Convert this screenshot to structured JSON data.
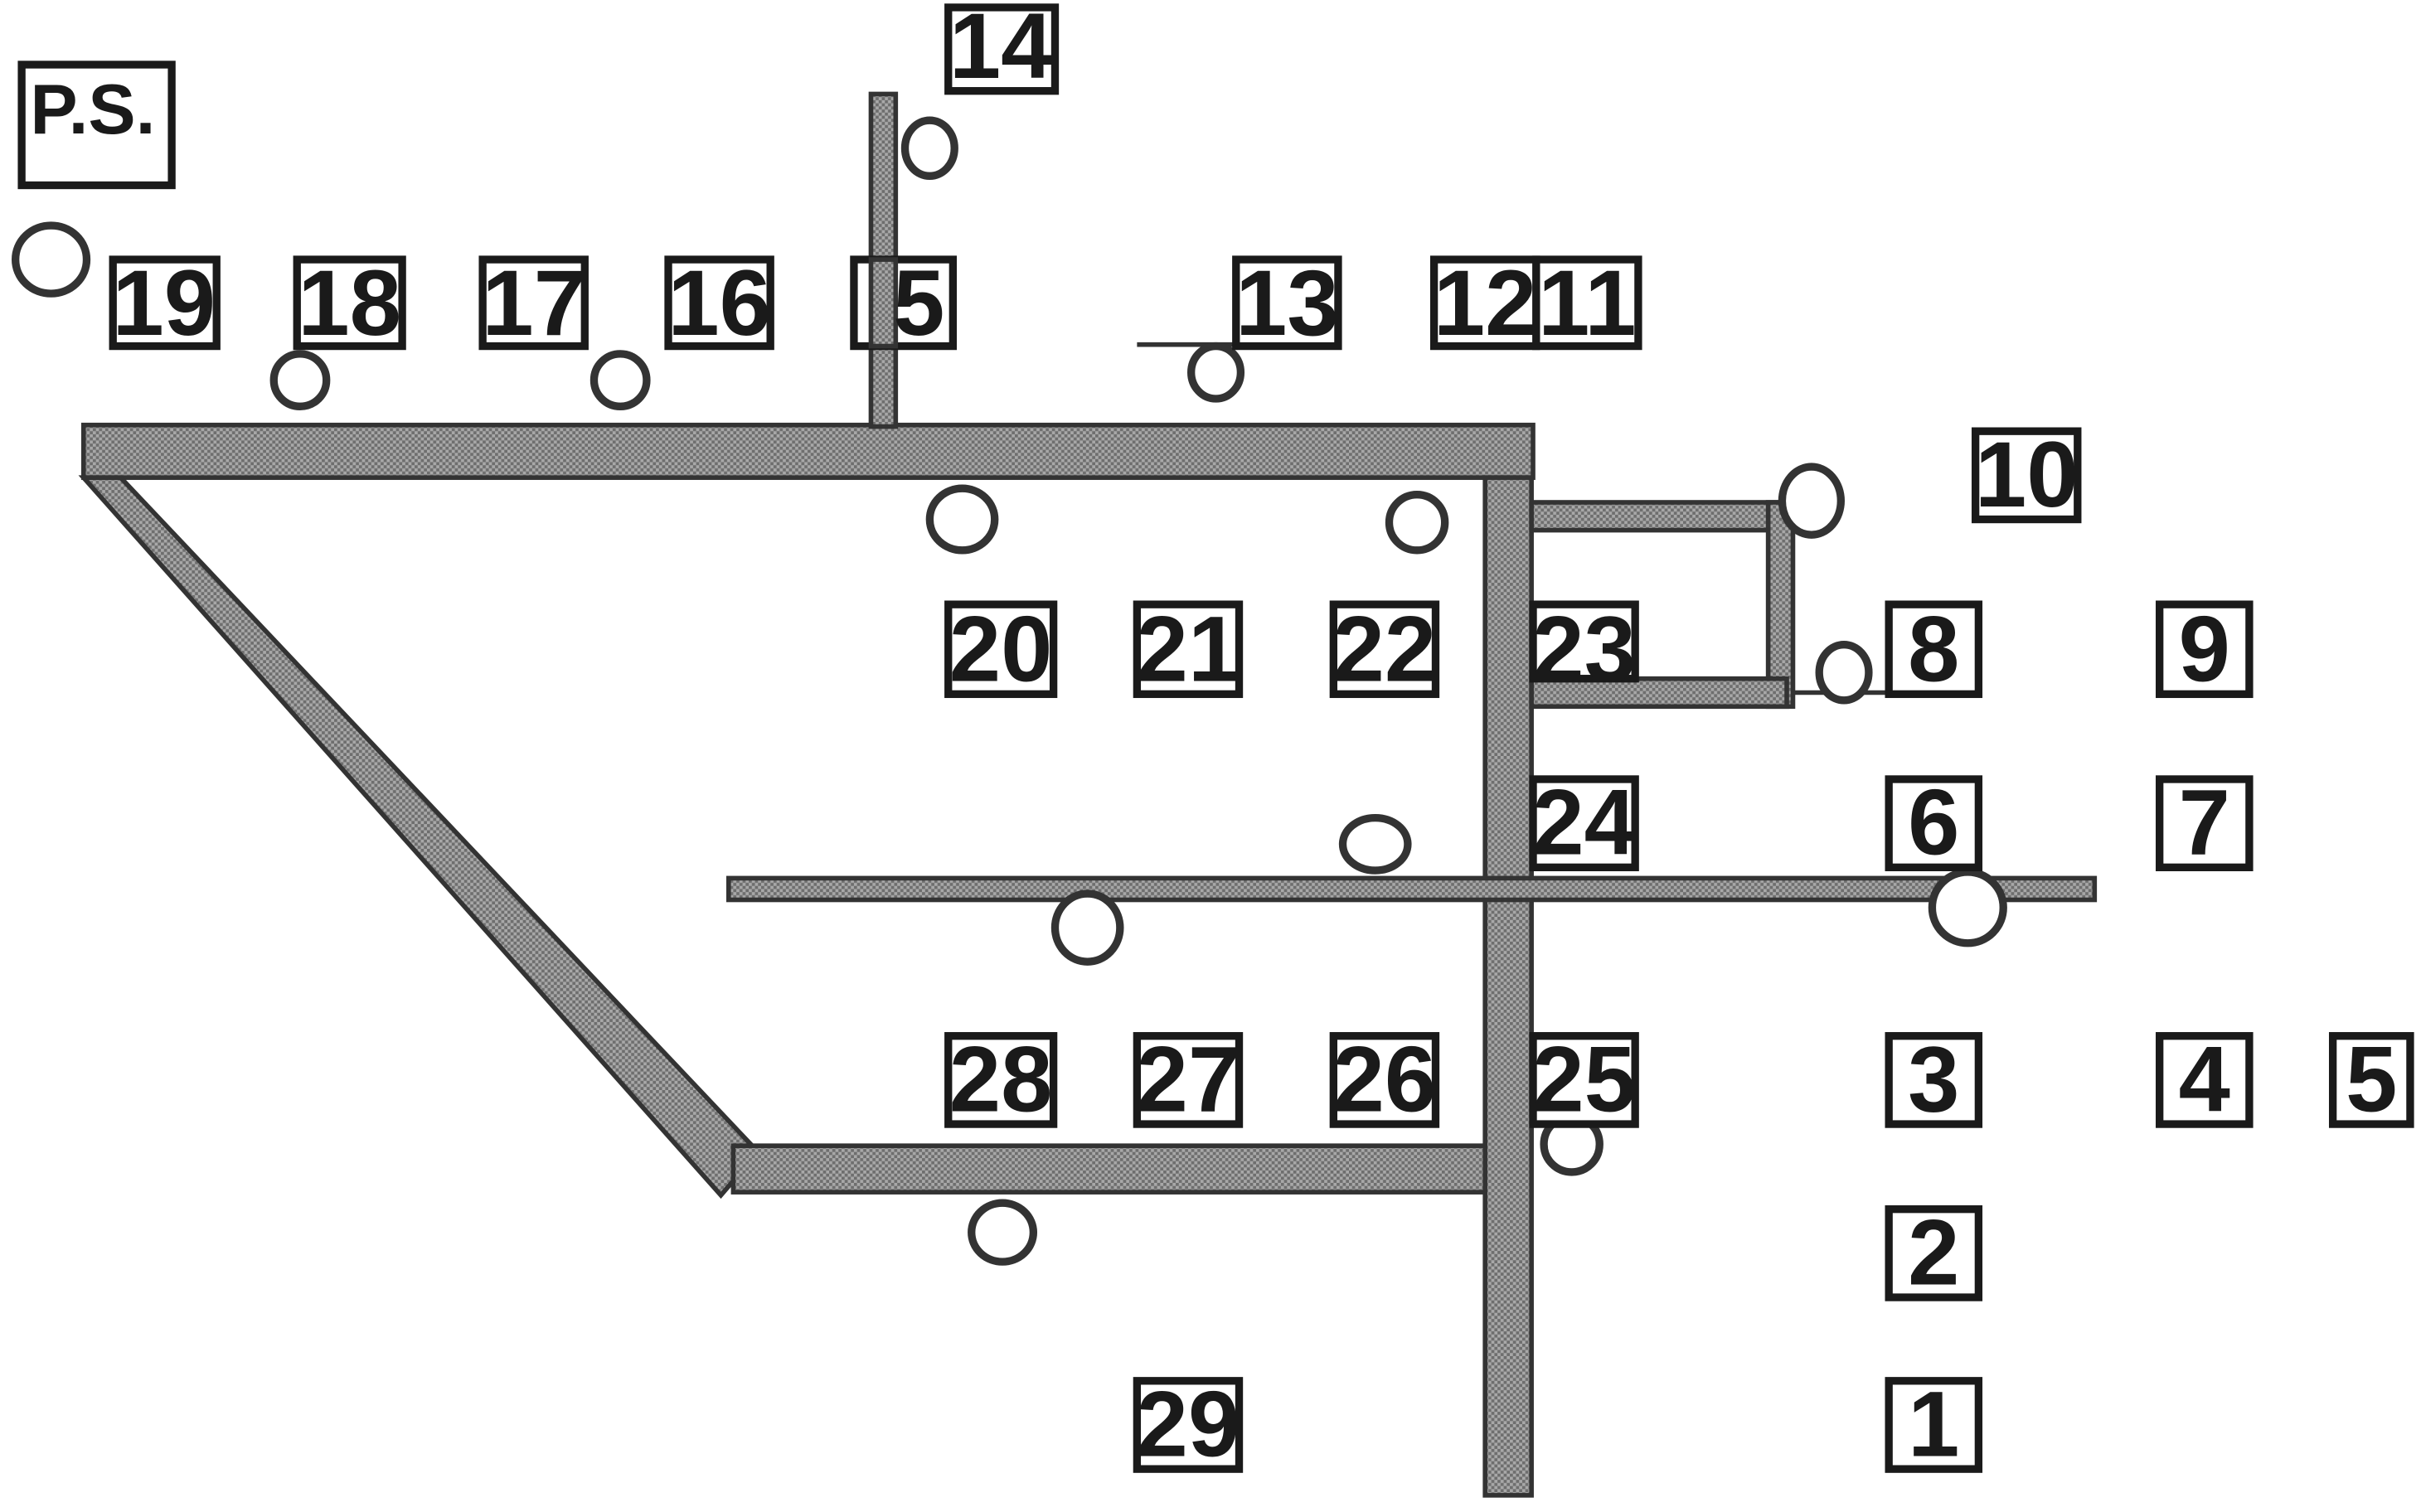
{
  "station": {
    "label": "P.S."
  },
  "units": [
    {
      "id": "u1",
      "label": "1"
    },
    {
      "id": "u2",
      "label": "2"
    },
    {
      "id": "u3",
      "label": "3"
    },
    {
      "id": "u4",
      "label": "4"
    },
    {
      "id": "u5",
      "label": "5"
    },
    {
      "id": "u6",
      "label": "6"
    },
    {
      "id": "u7",
      "label": "7"
    },
    {
      "id": "u8",
      "label": "8"
    },
    {
      "id": "u9",
      "label": "9"
    },
    {
      "id": "u10",
      "label": "10"
    },
    {
      "id": "u11",
      "label": "11"
    },
    {
      "id": "u12",
      "label": "12"
    },
    {
      "id": "u13",
      "label": "13"
    },
    {
      "id": "u14",
      "label": "14"
    },
    {
      "id": "u15",
      "label": "5"
    },
    {
      "id": "u16",
      "label": "16"
    },
    {
      "id": "u17",
      "label": "17"
    },
    {
      "id": "u18",
      "label": "18"
    },
    {
      "id": "u19",
      "label": "19"
    },
    {
      "id": "u20",
      "label": "20"
    },
    {
      "id": "u21",
      "label": "21"
    },
    {
      "id": "u22",
      "label": "22"
    },
    {
      "id": "u23",
      "label": "23"
    },
    {
      "id": "u24",
      "label": "24"
    },
    {
      "id": "u25",
      "label": "25"
    },
    {
      "id": "u26",
      "label": "26"
    },
    {
      "id": "u27",
      "label": "27"
    },
    {
      "id": "u28",
      "label": "28"
    },
    {
      "id": "u29",
      "label": "29"
    }
  ],
  "colors": {
    "pipe_fill": "#9a9a9a",
    "outline": "#1a1a1a"
  }
}
